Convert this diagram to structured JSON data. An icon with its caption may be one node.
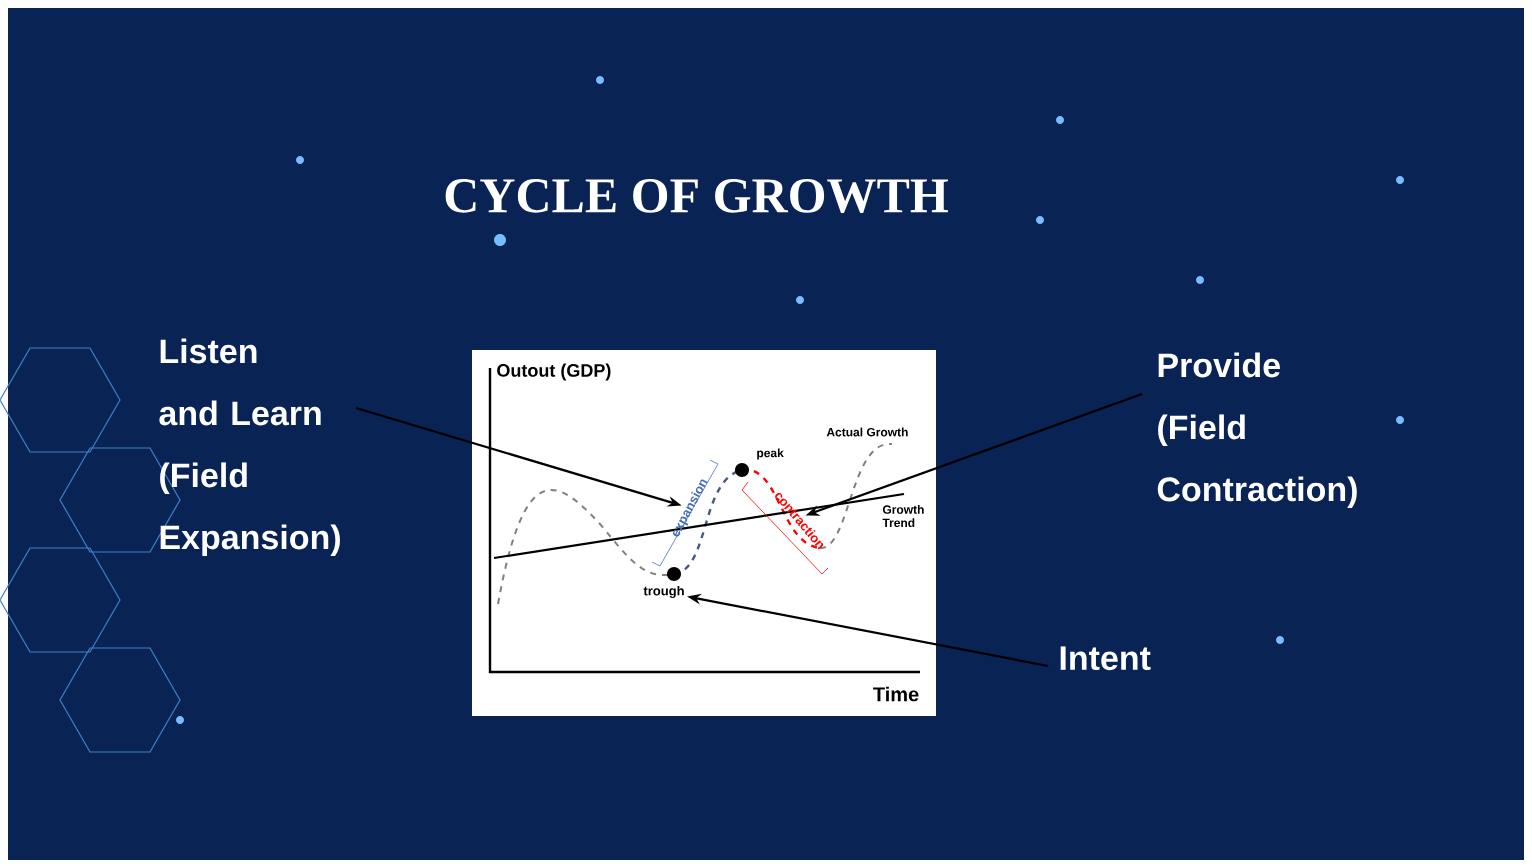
{
  "diagram": {
    "title": "CYCLE OF GROWTH",
    "nodes": [
      {
        "text": [
          "Listen and Learn (Field Expansion)"
        ]
      },
      {
        "text": [
          "Provide (Field Contraction)"
        ]
      },
      {
        "text": [
          "Intent"
        ]
      },
      {
        "text": [
          "expansion"
        ]
      },
      {
        "text": [
          "contraction"
        ]
      },
      {
        "text": [
          "trough"
        ]
      }
    ],
    "edges": [
      {
        "from": 0,
        "to": 3,
        "arrow": "to"
      },
      {
        "from": 1,
        "to": 4,
        "arrow": "to"
      },
      {
        "from": 2,
        "to": 5,
        "arrow": "to"
      }
    ],
    "labels": [
      "Outout (GDP)",
      "peak",
      "Actual Growth",
      "Growth Trend",
      "Time"
    ]
  }
}
